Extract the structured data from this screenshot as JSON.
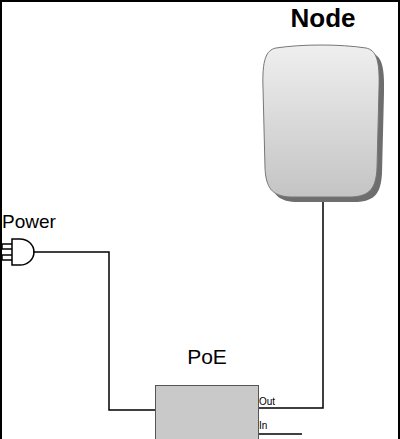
{
  "diagram": {
    "nodes": [
      {
        "text": [
          "Node"
        ]
      },
      {
        "text": [
          "Power"
        ]
      },
      {
        "text": [
          "PoE"
        ]
      }
    ],
    "edges": [
      {
        "from": 1,
        "to": 2,
        "arrow": "none"
      },
      {
        "from": 2,
        "to": 0,
        "arrow": "none"
      }
    ],
    "labels": [
      "Out",
      "In"
    ]
  }
}
